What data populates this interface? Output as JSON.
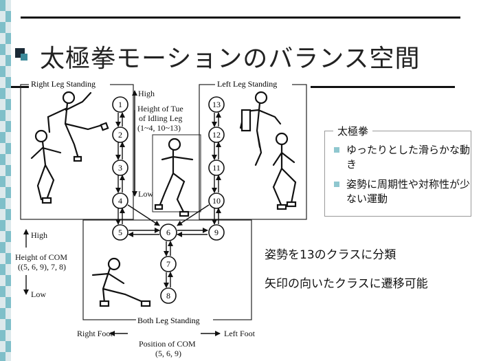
{
  "slide": {
    "title": "太極拳モーションのバランス空間"
  },
  "legend": {
    "title": "太極拳",
    "items": [
      "ゆったりとした滑らかな動き",
      "姿勢に周期性や対称性が少ない運動"
    ]
  },
  "notes": [
    "姿勢を13のクラスに分類",
    "矢印の向いたクラスに遷移可能"
  ],
  "diagram": {
    "regions": {
      "right_leg": "Right Leg Standing",
      "left_leg": "Left Leg Standing",
      "both_leg": "Both Leg Standing"
    },
    "labels": {
      "high_top": "High",
      "tue_line1": "Height of Tue",
      "tue_line2": "of Idling Leg",
      "tue_line3": "(1~4, 10~13)",
      "low_mid": "Low",
      "high_left": "High",
      "com_line1": "Height of COM",
      "com_line2": "((5, 6, 9), 7, 8)",
      "low_left": "Low",
      "right_foot": "Right Foot",
      "left_foot": "Left Foot",
      "pos_line1": "Position of COM",
      "pos_line2": "(5, 6, 9)"
    },
    "nodes": [
      "1",
      "2",
      "3",
      "4",
      "5",
      "6",
      "7",
      "8",
      "9",
      "10",
      "11",
      "12",
      "13"
    ]
  }
}
